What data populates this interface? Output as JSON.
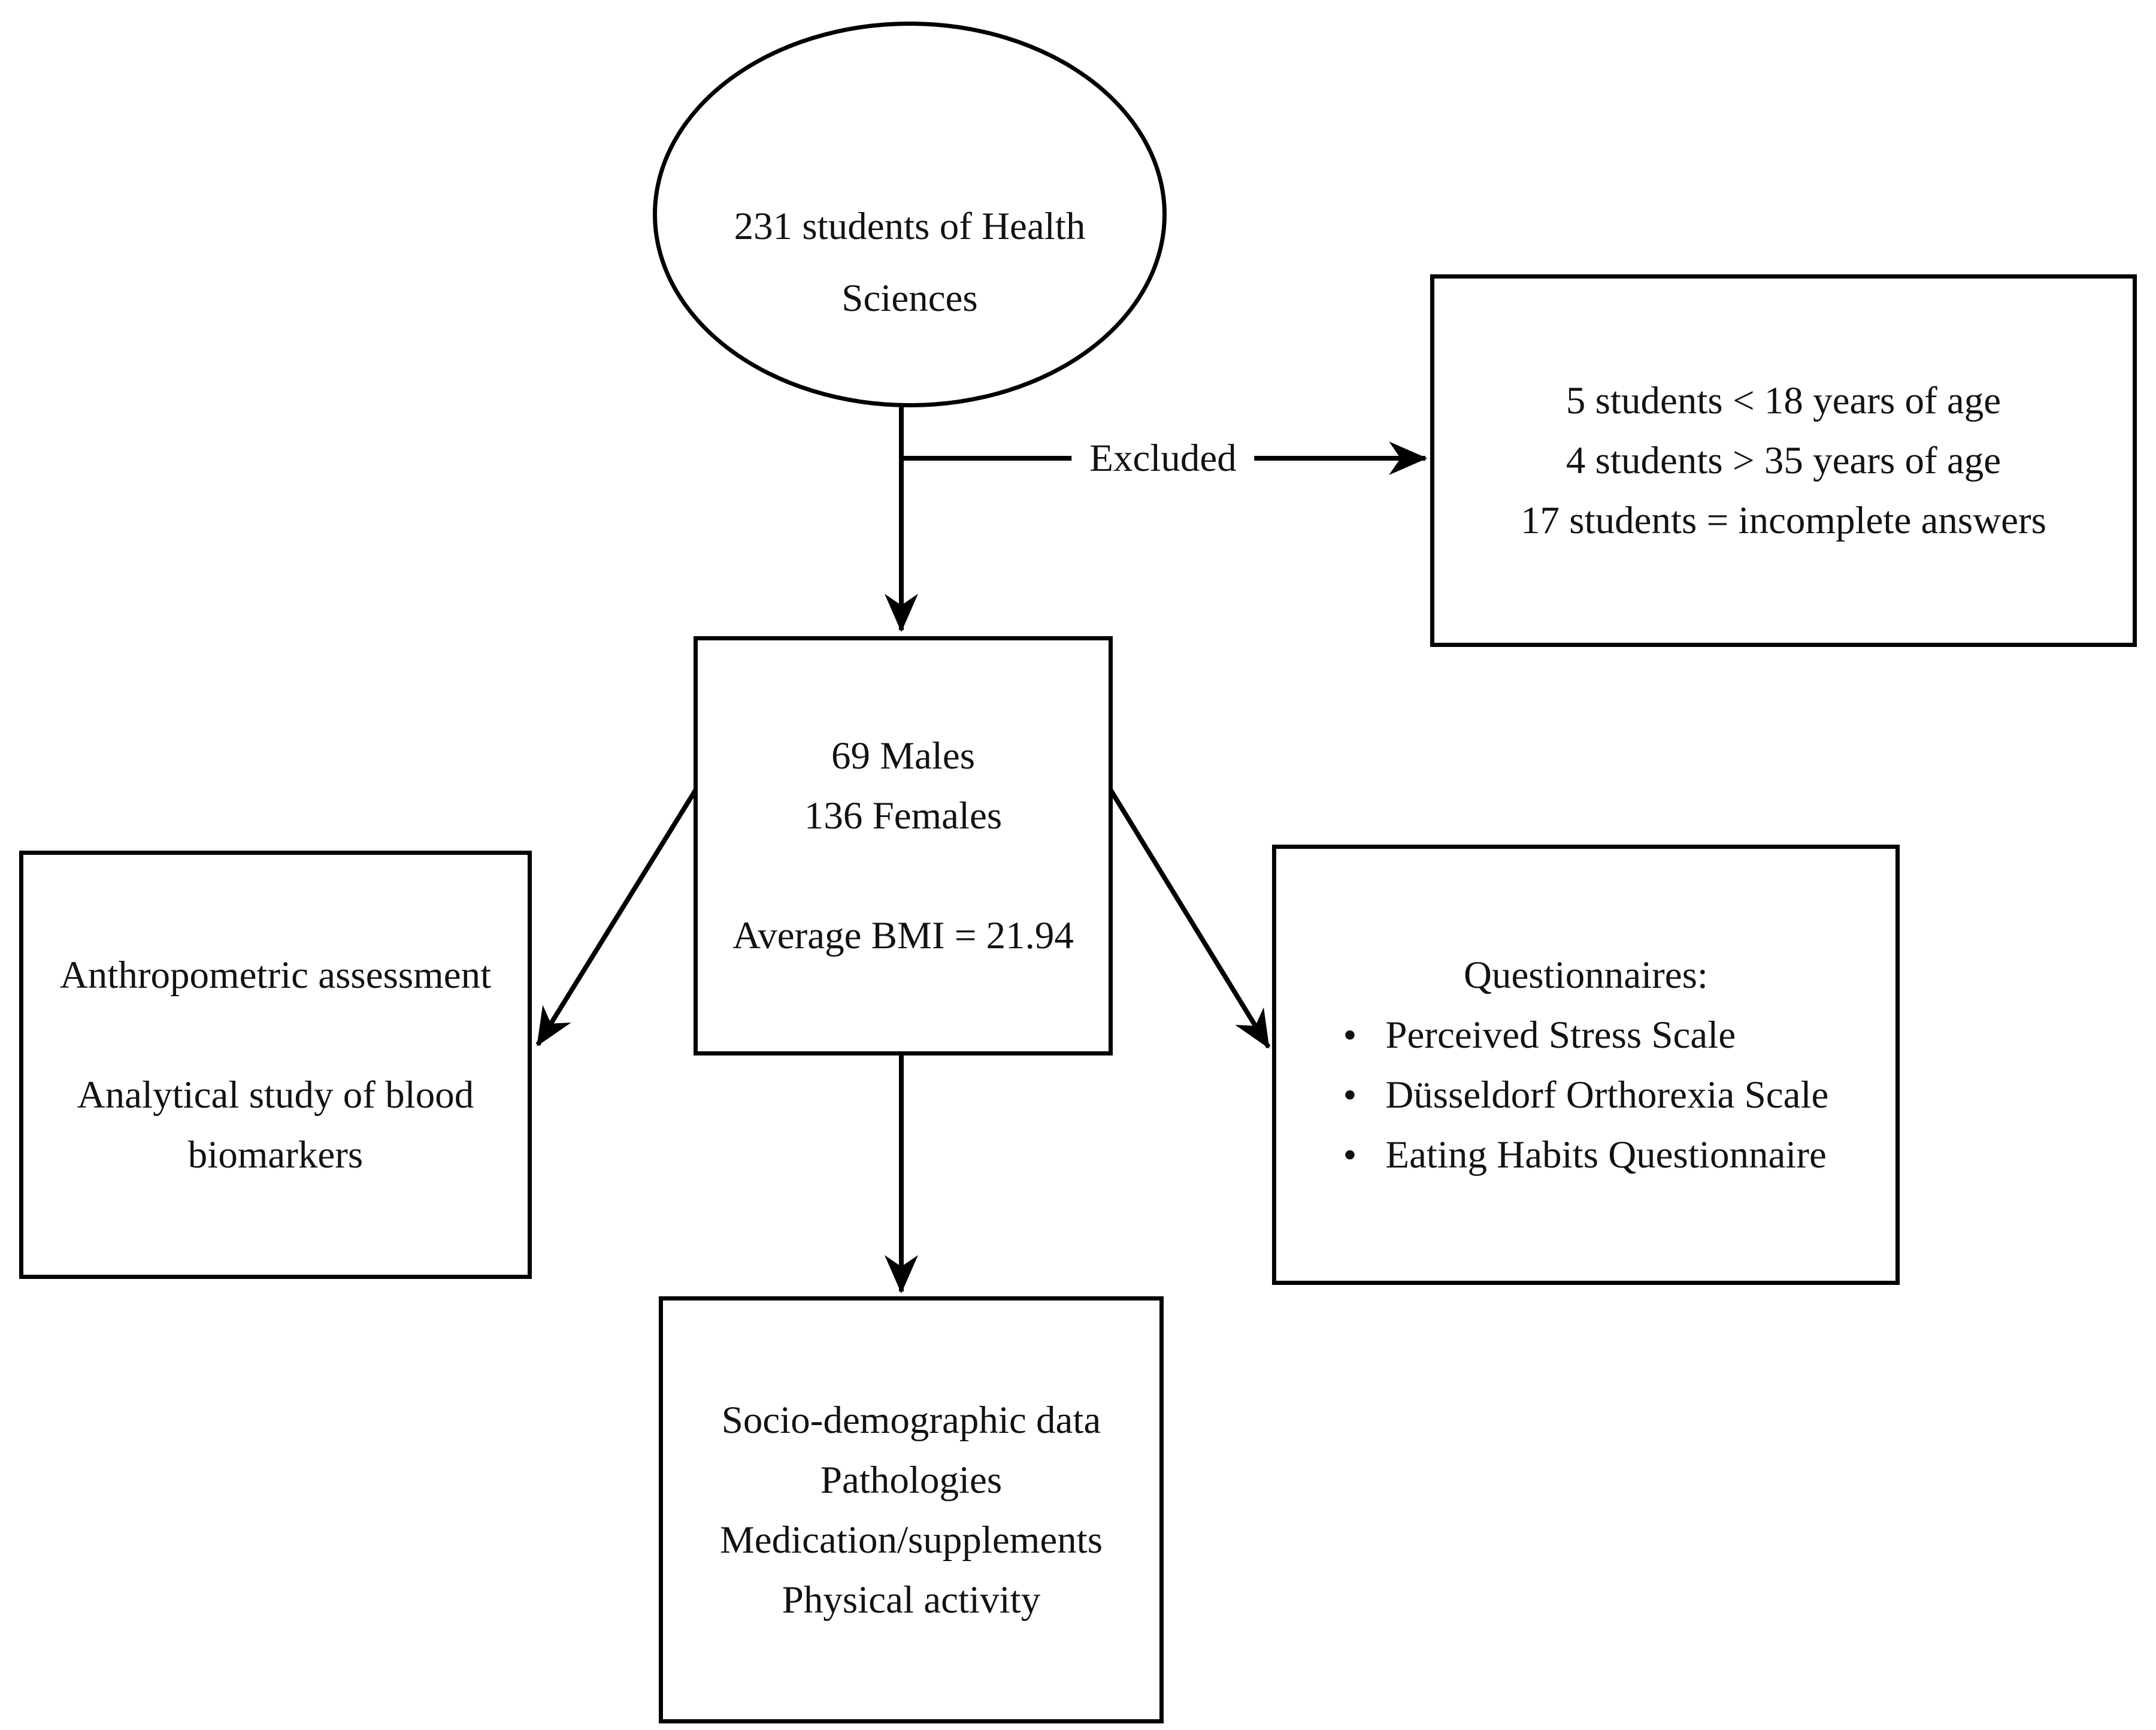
{
  "flowchart": {
    "start_ellipse": {
      "line1": "231 students of Health",
      "line2": "Sciences"
    },
    "excluded_label": "Excluded",
    "exclusion_box": {
      "line1": "5 students < 18 years of age",
      "line2": "4 students > 35 years of age",
      "line3": "17 students = incomplete answers"
    },
    "sample_box": {
      "line1": "69 Males",
      "line2": "136 Females",
      "line3": "Average BMI = 21.94"
    },
    "assessment_box": {
      "line1": "Anthropometric assessment",
      "line2": "Analytical study of blood biomarkers"
    },
    "questionnaires_box": {
      "heading": "Questionnaires:",
      "item1": "Perceived Stress Scale",
      "item2": "Düsseldorf Orthorexia Scale",
      "item3": "Eating Habits Questionnaire"
    },
    "data_box": {
      "line1": "Socio-demographic data",
      "line2": "Pathologies",
      "line3": "Medication/supplements",
      "line4": "Physical activity"
    },
    "icons": {
      "bullet": "•"
    },
    "colors": {
      "stroke": "#000000",
      "text": "#121212",
      "background": "#ffffff"
    }
  }
}
